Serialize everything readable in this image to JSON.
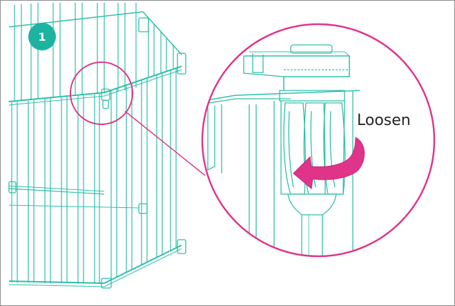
{
  "figure": {
    "step_number": "1",
    "action_label": "Loosen"
  },
  "colors": {
    "line": "#2bbfa8",
    "accent": "#e0348a",
    "badge": "#1db3a1",
    "badge_text": "#ffffff",
    "label_text": "#222222",
    "outline": "#8a8a8a"
  },
  "icons": {
    "step_badge": "circle-number",
    "direction_arrow": "curved-arrow-left"
  }
}
